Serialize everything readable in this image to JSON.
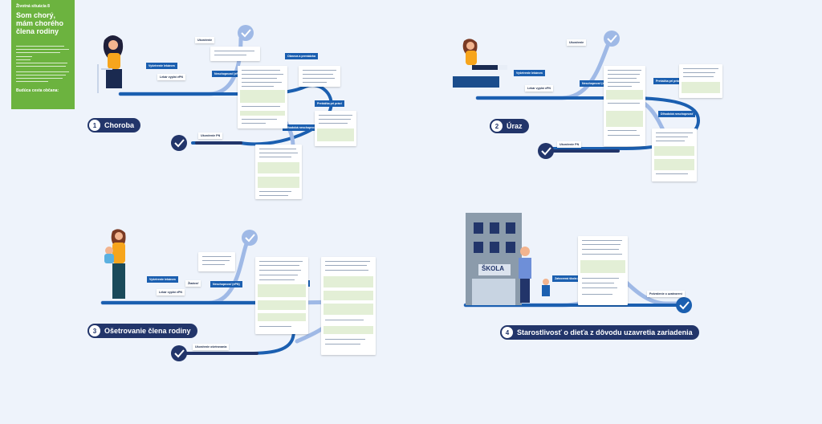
{
  "sidebar": {
    "kicker": "Životná situácia 8",
    "title": "Som chorý, mám chorého člena rodiny",
    "cta": "Budúca cesta občana:"
  },
  "situations": [
    {
      "number": "1",
      "label": "Choroba"
    },
    {
      "number": "2",
      "label": "Úraz"
    },
    {
      "number": "3",
      "label": "Ošetrovanie člena rodiny"
    },
    {
      "number": "4",
      "label": "Starostlivosť o dieťa z dôvodu uzavretia zariadenia"
    }
  ],
  "steps": {
    "vysetrenie": "Vyšetrenie lekárom",
    "pn": "Neschopnosť (ePN)",
    "obnova": "Obnova a prevádzka",
    "dlhodoba": "Dlhodobá neschopnosť",
    "ukoncenie": "Ukončenie",
    "ukoncenie_pn": "Ukončenie PN",
    "prekazka": "Prekážka pri práci",
    "ukonceny": "Ukončenie nároku na dávku",
    "ukoncenie_osetrovania": "Ukončenie ošetrovania",
    "potvrdenie": "Potvrdenie o uzatvorení",
    "lekar_vyplni": "Lekár vyplní ePN",
    "ziadost": "Žiadosť",
    "skola_zatvorena": "Zatvorená škola / zariadenie"
  },
  "school": {
    "sign": "ŠKOLA"
  },
  "colors": {
    "green": "#6cb33f",
    "navy": "#22356a",
    "blue": "#1b5fb0",
    "track": "#9fb9e6"
  }
}
